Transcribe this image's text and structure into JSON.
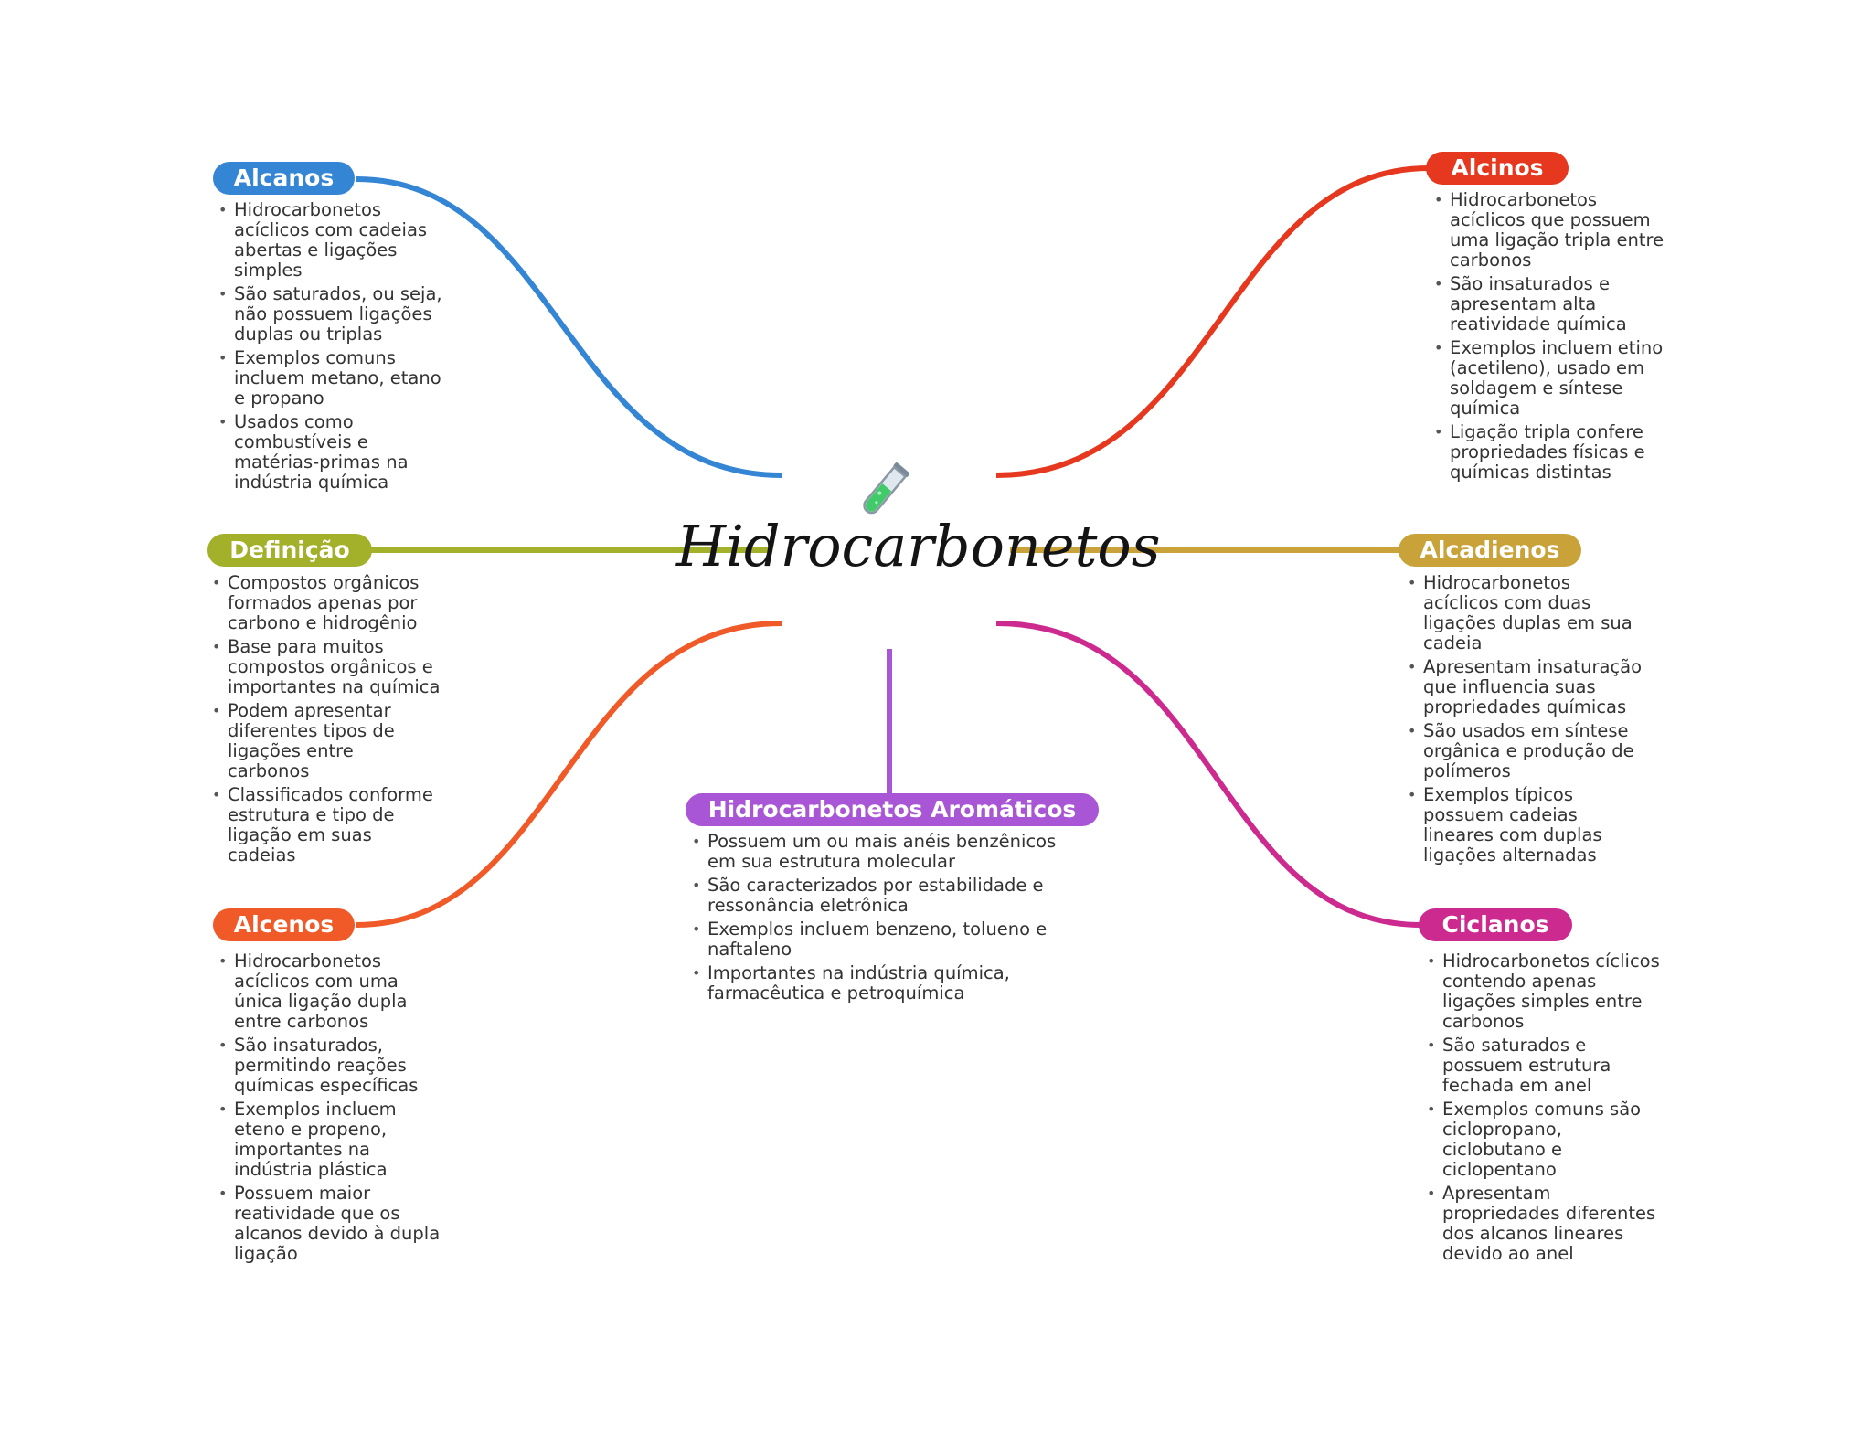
{
  "central": {
    "title": "Hidrocarbonetos",
    "icon": "test-tube-icon"
  },
  "branches": {
    "alcanos": {
      "label": "Alcanos",
      "color": "#3486d5",
      "items": [
        "Hidrocarbonetos acíclicos com cadeias abertas e ligações simples",
        "São saturados, ou seja, não possuem ligações duplas ou triplas",
        "Exemplos comuns incluem metano, etano e propano",
        "Usados como combustíveis e matérias-primas na indústria química"
      ]
    },
    "definicao": {
      "label": "Definição",
      "color": "#a3b02a",
      "items": [
        "Compostos orgânicos formados apenas por carbono e hidrogênio",
        "Base para muitos compostos orgânicos e importantes na química",
        "Podem apresentar diferentes tipos de ligações entre carbonos",
        "Classificados conforme estrutura e tipo de ligação em suas cadeias"
      ]
    },
    "alcenos": {
      "label": "Alcenos",
      "color": "#f05a28",
      "items": [
        "Hidrocarbonetos acíclicos com uma única ligação dupla entre carbonos",
        "São insaturados, permitindo reações químicas específicas",
        "Exemplos incluem eteno e propeno, importantes na indústria plástica",
        "Possuem maior reatividade que os alcanos devido à dupla ligação"
      ]
    },
    "aromaticos": {
      "label": "Hidrocarbonetos Aromáticos",
      "color": "#a855d6",
      "items": [
        "Possuem um ou mais anéis benzênicos em sua estrutura molecular",
        "São caracterizados por estabilidade e ressonância eletrônica",
        "Exemplos incluem benzeno, tolueno e naftaleno",
        "Importantes na indústria química, farmacêutica e petroquímica"
      ]
    },
    "alcinos": {
      "label": "Alcinos",
      "color": "#e5381e",
      "items": [
        "Hidrocarbonetos acíclicos que possuem uma ligação tripla entre carbonos",
        "São insaturados e apresentam alta reatividade química",
        "Exemplos incluem etino (acetileno), usado em soldagem e síntese química",
        "Ligação tripla confere propriedades físicas e químicas distintas"
      ]
    },
    "alcadienos": {
      "label": "Alcadienos",
      "color": "#c9a33a",
      "items": [
        "Hidrocarbonetos acíclicos com duas ligações duplas em sua cadeia",
        "Apresentam insaturação que influencia suas propriedades químicas",
        "São usados em síntese orgânica e produção de polímeros",
        "Exemplos típicos possuem cadeias lineares com duplas ligações alternadas"
      ]
    },
    "ciclanos": {
      "label": "Ciclanos",
      "color": "#cc2a8f",
      "items": [
        "Hidrocarbonetos cíclicos contendo apenas ligações simples entre carbonos",
        "São saturados e possuem estrutura fechada em anel",
        "Exemplos comuns são ciclopropano, ciclobutano e ciclopentano",
        "Apresentam propriedades diferentes dos alcanos lineares devido ao anel"
      ]
    }
  }
}
